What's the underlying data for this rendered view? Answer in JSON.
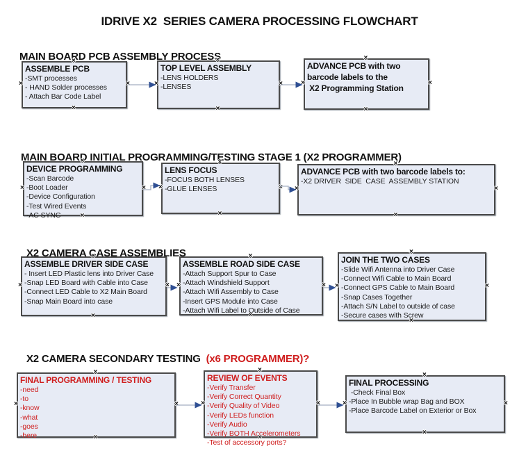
{
  "title": "IDRIVE X2  SERIES CAMERA PROCESSING FLOWCHART",
  "anchor_glyph": "×",
  "colors": {
    "box_fill": "#e7ebf5",
    "box_border": "#4a4a4a",
    "accent_red": "#cf1d1d",
    "arrow_line": "#a3aec0",
    "arrow_head": "#2f4f93",
    "text": "#111111"
  },
  "sections": [
    {
      "heading": "MAIN BOARD PCB ASSEMBLY PROCESS",
      "heading_red": "",
      "boxes": [
        {
          "title": "ASSEMBLE PCB",
          "lines": [
            "-SMT processes",
            "- HAND Solder processes",
            "- Attach Bar Code Label"
          ]
        },
        {
          "title": "TOP LEVEL ASSEMBLY",
          "lines": [
            "-LENS HOLDERS",
            "-LENSES"
          ]
        },
        {
          "title": "ADVANCE PCB with two",
          "lines": [
            "barcode labels to the",
            " X2 Programming Station"
          ]
        }
      ]
    },
    {
      "heading": "MAIN BOARD INITIAL PROGRAMMING/TESTING STAGE 1 (X2 PROGRAMMER)",
      "heading_red": "",
      "boxes": [
        {
          "title": "DEVICE PROGRAMMING",
          "lines": [
            "-Scan Barcode",
            "-Boot Loader",
            "-Device Configuration",
            "-Test Wired Events",
            "-AC SYNC"
          ]
        },
        {
          "title": "LENS FOCUS",
          "lines": [
            "-FOCUS BOTH LENSES",
            "-GLUE LENSES"
          ]
        },
        {
          "title": "ADVANCE PCB with two barcode labels to:",
          "lines": [
            "-X2 DRIVER  SIDE  CASE  ASSEMBLY STATION"
          ]
        }
      ]
    },
    {
      "heading": "X2 CAMERA CASE ASSEMBLIES",
      "heading_red": "",
      "boxes": [
        {
          "title": "ASSEMBLE DRIVER SIDE CASE",
          "lines": [
            "- Insert LED Plastic lens into Driver Case",
            "-Snap LED Board with Cable into Case",
            "-Connect LED Cable to X2 Main Board",
            "-Snap Main Board into case"
          ]
        },
        {
          "title": "ASSEMBLE ROAD SIDE CASE",
          "lines": [
            "-Attach Support Spur to Case",
            "-Attach Windshield Support",
            "-Attach Wifi Assembly to Case",
            "-Insert GPS Module into Case",
            "-Attach Wifi Label to Outside of Case"
          ]
        },
        {
          "title": "JOIN THE TWO CASES",
          "lines": [
            "-Slide Wifi Antenna into Driver Case",
            "-Connect Wifi Cable to Main Board",
            "-Connect GPS Cable to Main Board",
            "-Snap Cases Together",
            "-Attach S/N Label to outside of case",
            "-Secure cases with Screw"
          ]
        }
      ]
    },
    {
      "heading": "X2 CAMERA SECONDARY TESTING ",
      "heading_red": " (x6 PROGRAMMER)?",
      "boxes": [
        {
          "title": "FINAL PROGRAMMING / TESTING",
          "lines": [
            "-need",
            "-to",
            "-know",
            "-what",
            "-goes",
            "-here"
          ]
        },
        {
          "title": "REVIEW OF EVENTS",
          "lines": [
            "-Verify Transfer",
            "-Verify Correct Quantity",
            "-Verify Quality of Video",
            "-Verify LEDs function",
            "-Verify Audio",
            "-Verify BOTH Accelerometers",
            "-Test of accessory ports?"
          ]
        },
        {
          "title": "FINAL PROCESSING",
          "lines": [
            " -Check Final Box",
            "-Place In Bubble wrap Bag and BOX",
            "-Place Barcode Label on Exterior or Box"
          ]
        }
      ]
    }
  ]
}
